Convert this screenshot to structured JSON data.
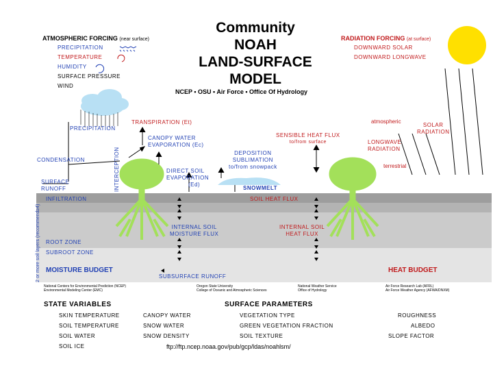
{
  "title": {
    "line1": "Community",
    "line2": "NOAH",
    "line3": "LAND-SURFACE",
    "line4": "MODEL"
  },
  "partners": "NCEP • OSU • Air Force • Office Of Hydrology",
  "atmospheric": {
    "heading": "ATMOSPHERIC FORCING",
    "note": "(near surface)",
    "items": [
      "PRECIPITATION",
      "TEMPERATURE",
      "HUMIDITY",
      "SURFACE PRESSURE",
      "WIND"
    ]
  },
  "radiation": {
    "heading": "RADIATION FORCING",
    "note": "(at surface)",
    "items": [
      "DOWNWARD SOLAR",
      "DOWNWARD LONGWAVE"
    ]
  },
  "processes": {
    "transpiration": "TRANSPIRATION (Et)",
    "precipitation": "PRECIPITATION",
    "interception": "INTERCEPTION",
    "canopy_evap_1": "CANOPY WATER",
    "canopy_evap_2": "EVAPORATION (Ec)",
    "condensation": "CONDENSATION",
    "direct_1": "DIRECT SOIL",
    "direct_2": "EVAPORATION",
    "direct_3": "(Ed)",
    "deposition_1": "DEPOSITION",
    "deposition_2": "SUBLIMATION",
    "deposition_3": "to/from snowpack",
    "sensible_1": "SENSIBLE HEAT FLUX",
    "sensible_2": "to/from surface",
    "atmospheric": "atmospheric",
    "solar_1": "SOLAR",
    "solar_2": "RADIATION",
    "longwave_1": "LONGWAVE",
    "longwave_2": "RADIATION",
    "terrestrial": "terrestrial",
    "surface_runoff_1": "SURFACE",
    "surface_runoff_2": "RUNOFF",
    "snowmelt": "SNOWMELT",
    "infiltration": "INFILTRATION",
    "soil_heat_flux": "SOIL HEAT FLUX",
    "soil_moisture_1": "INTERNAL SOIL",
    "soil_moisture_2": "MOISTURE FLUX",
    "soil_heat_1": "INTERNAL SOIL",
    "soil_heat_2": "HEAT FLUX",
    "root_zone": "ROOT ZONE",
    "subroot_zone": "SUBROOT ZONE",
    "moisture_budget": "MOISTURE BUDGET",
    "subsurface_runoff": "SUBSURFACE RUNOFF",
    "heat_budget": "HEAT BUDGET",
    "soil_layers": "2 or more soil layers (recommend≥4)"
  },
  "institutions": [
    {
      "l1": "National Centers for Environmental Prediction (NCEP)",
      "l2": "Environmental Modeling Center (EMC)"
    },
    {
      "l1": "Oregon State University",
      "l2": "College of Oceanic and Atmospheric Sciences"
    },
    {
      "l1": "National Weather Service",
      "l2": "Office of Hydrology"
    },
    {
      "l1": "Air Force Research Lab (AFRL)",
      "l2": "Air Force Weather Agency (AFWA/DNXM)"
    }
  ],
  "state_variables": {
    "heading": "STATE VARIABLES",
    "col1": [
      "SKIN TEMPERATURE",
      "SOIL TEMPERATURE",
      "SOIL WATER",
      "SOIL ICE"
    ],
    "col2": [
      "CANOPY WATER",
      "SNOW WATER",
      "SNOW DENSITY"
    ]
  },
  "surface_parameters": {
    "heading": "SURFACE PARAMETERS",
    "col1": [
      "VEGETATION TYPE",
      "GREEN VEGETATION FRACTION",
      "SOIL TEXTURE"
    ],
    "col2": [
      "ROUGHNESS",
      "ALBEDO",
      "SLOPE FACTOR"
    ]
  },
  "footer_url": "ftp://ftp.ncep.noaa.gov/pub/gcp/ldas/noahlsm/",
  "colors": {
    "blue": "#1f3fb3",
    "red": "#c0181a",
    "sun": "#ffe000",
    "cloud": "#b8e0f4",
    "tree": "#a3e05a",
    "soil1": "#a6a6a6",
    "soil2": "#c4c4c4",
    "soil3": "#dadada",
    "soil4": "#e9e9e9"
  }
}
